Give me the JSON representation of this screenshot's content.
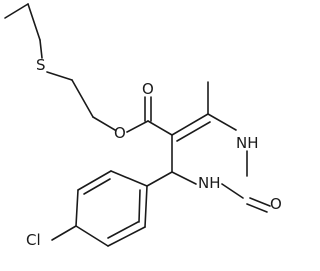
{
  "atoms": {
    "sulfur": "S",
    "ester_o_double": "O",
    "ester_o_single": "O",
    "nh_top": "NH",
    "nh_bottom": "NH",
    "carbonyl_o": "O",
    "chlorine": "Cl"
  }
}
